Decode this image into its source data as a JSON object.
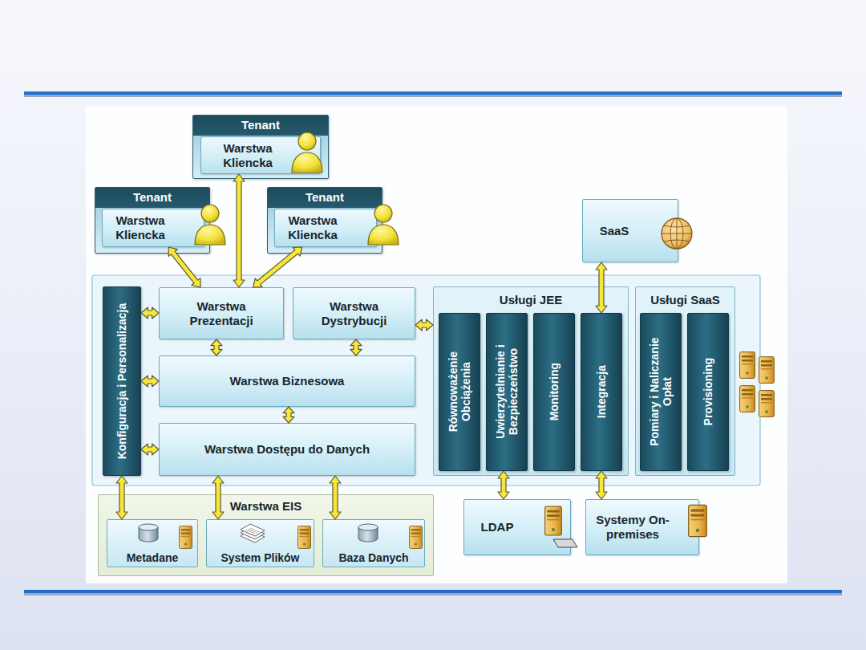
{
  "diagram": {
    "nodes": [
      {
        "text": [
          "Tenant"
        ]
      },
      {
        "text": [
          "Warstwa Kliencka"
        ],
        "in": 0
      },
      {
        "text": [
          "Tenant"
        ]
      },
      {
        "text": [
          "Warstwa Kliencka"
        ],
        "in": 2
      },
      {
        "text": [
          "Tenant"
        ]
      },
      {
        "text": [
          "Warstwa Kliencka"
        ],
        "in": 4
      },
      {
        "text": [
          "SaaS"
        ]
      },
      {
        "text": [
          "Konfiguracja i Personalizacja"
        ]
      },
      {
        "text": [
          "Warstwa Prezentacji"
        ]
      },
      {
        "text": [
          "Warstwa Dystrybucji"
        ]
      },
      {
        "text": [
          "Warstwa Biznesowa"
        ]
      },
      {
        "text": [
          "Warstwa Dostępu do Danych"
        ]
      },
      {
        "text": [
          "Usługi JEE"
        ]
      },
      {
        "text": [
          "Równoważenie Obciążenia"
        ],
        "in": 12
      },
      {
        "text": [
          "Uwierzytelnianie i Bezpieczeństwo"
        ],
        "in": 12
      },
      {
        "text": [
          "Monitoring"
        ],
        "in": 12
      },
      {
        "text": [
          "Integracja"
        ],
        "in": 12
      },
      {
        "text": [
          "Usługi SaaS"
        ]
      },
      {
        "text": [
          "Pomiary i Naliczanie Opłat"
        ],
        "in": 17
      },
      {
        "text": [
          "Provisioning"
        ],
        "in": 17
      },
      {
        "text": [
          "Warstwa EIS"
        ]
      },
      {
        "text": [
          "Metadane"
        ],
        "in": 20
      },
      {
        "text": [
          "System Plików"
        ],
        "in": 20
      },
      {
        "text": [
          "Baza Danych"
        ],
        "in": 20
      },
      {
        "text": [
          "LDAP"
        ]
      },
      {
        "text": [
          "Systemy On-premises"
        ]
      }
    ],
    "edges": [
      {
        "from": 1,
        "to": 8,
        "arrow": "both"
      },
      {
        "from": 3,
        "to": 8,
        "arrow": "both"
      },
      {
        "from": 5,
        "to": 8,
        "arrow": "both"
      },
      {
        "from": 7,
        "to": 8,
        "arrow": "both"
      },
      {
        "from": 7,
        "to": 10,
        "arrow": "both"
      },
      {
        "from": 7,
        "to": 11,
        "arrow": "both"
      },
      {
        "from": 8,
        "to": 10,
        "arrow": "both"
      },
      {
        "from": 9,
        "to": 10,
        "arrow": "both"
      },
      {
        "from": 10,
        "to": 11,
        "arrow": "both"
      },
      {
        "from": 9,
        "to": 12,
        "arrow": "both"
      },
      {
        "from": 6,
        "to": 16,
        "arrow": "both"
      },
      {
        "from": 7,
        "to": 21,
        "arrow": "both"
      },
      {
        "from": 11,
        "to": 22,
        "arrow": "both"
      },
      {
        "from": 11,
        "to": 23,
        "arrow": "both"
      },
      {
        "from": 14,
        "to": 24,
        "arrow": "both"
      },
      {
        "from": 16,
        "to": 25,
        "arrow": "both"
      }
    ]
  }
}
